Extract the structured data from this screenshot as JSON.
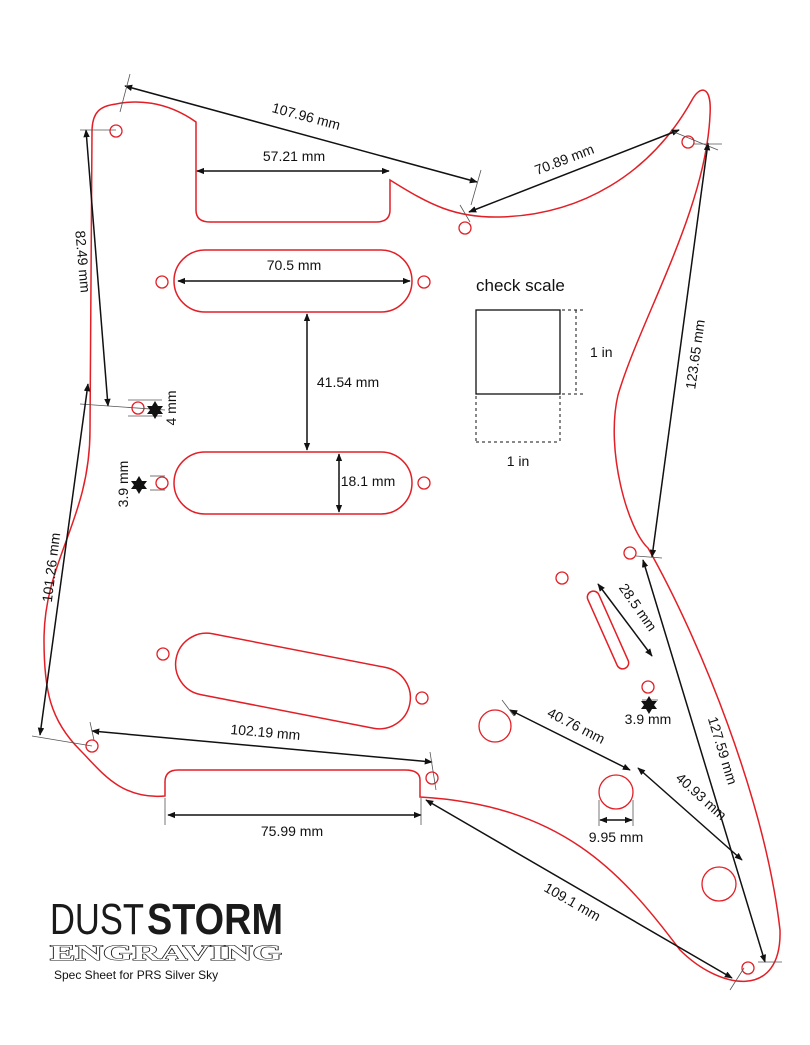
{
  "dimensions": {
    "top_span": "107.96 mm",
    "neck_pocket_width": "57.21 mm",
    "top_right": "70.89 mm",
    "left_upper": "82.49 mm",
    "neck_pickup_width": "70.5 mm",
    "pickup_spacing": "41.54 mm",
    "screw_hole_a": "4 mm",
    "screw_hole_b": "3.9 mm",
    "pickup_height": "18.1 mm",
    "right_upper": "123.65 mm",
    "switch_slot": "28.5 mm",
    "switch_hole": "3.9 mm",
    "left_lower": "101.26 mm",
    "bottom_span": "102.19 mm",
    "pot_spacing": "40.76 mm",
    "pot_to_jack": "40.93 mm",
    "right_lower": "127.59 mm",
    "bridge_width": "75.99 mm",
    "pot_hole": "9.95 mm",
    "bottom_right": "109.1 mm"
  },
  "scale": {
    "title": "check scale",
    "height_label": "1 in",
    "width_label": "1 in"
  },
  "brand": {
    "word1": "DUST",
    "word2": "STORM",
    "subtitle": "ENGRAVING",
    "caption": "Spec Sheet for PRS Silver Sky"
  },
  "colors": {
    "outline": "#e21f26",
    "ink": "#111111"
  }
}
